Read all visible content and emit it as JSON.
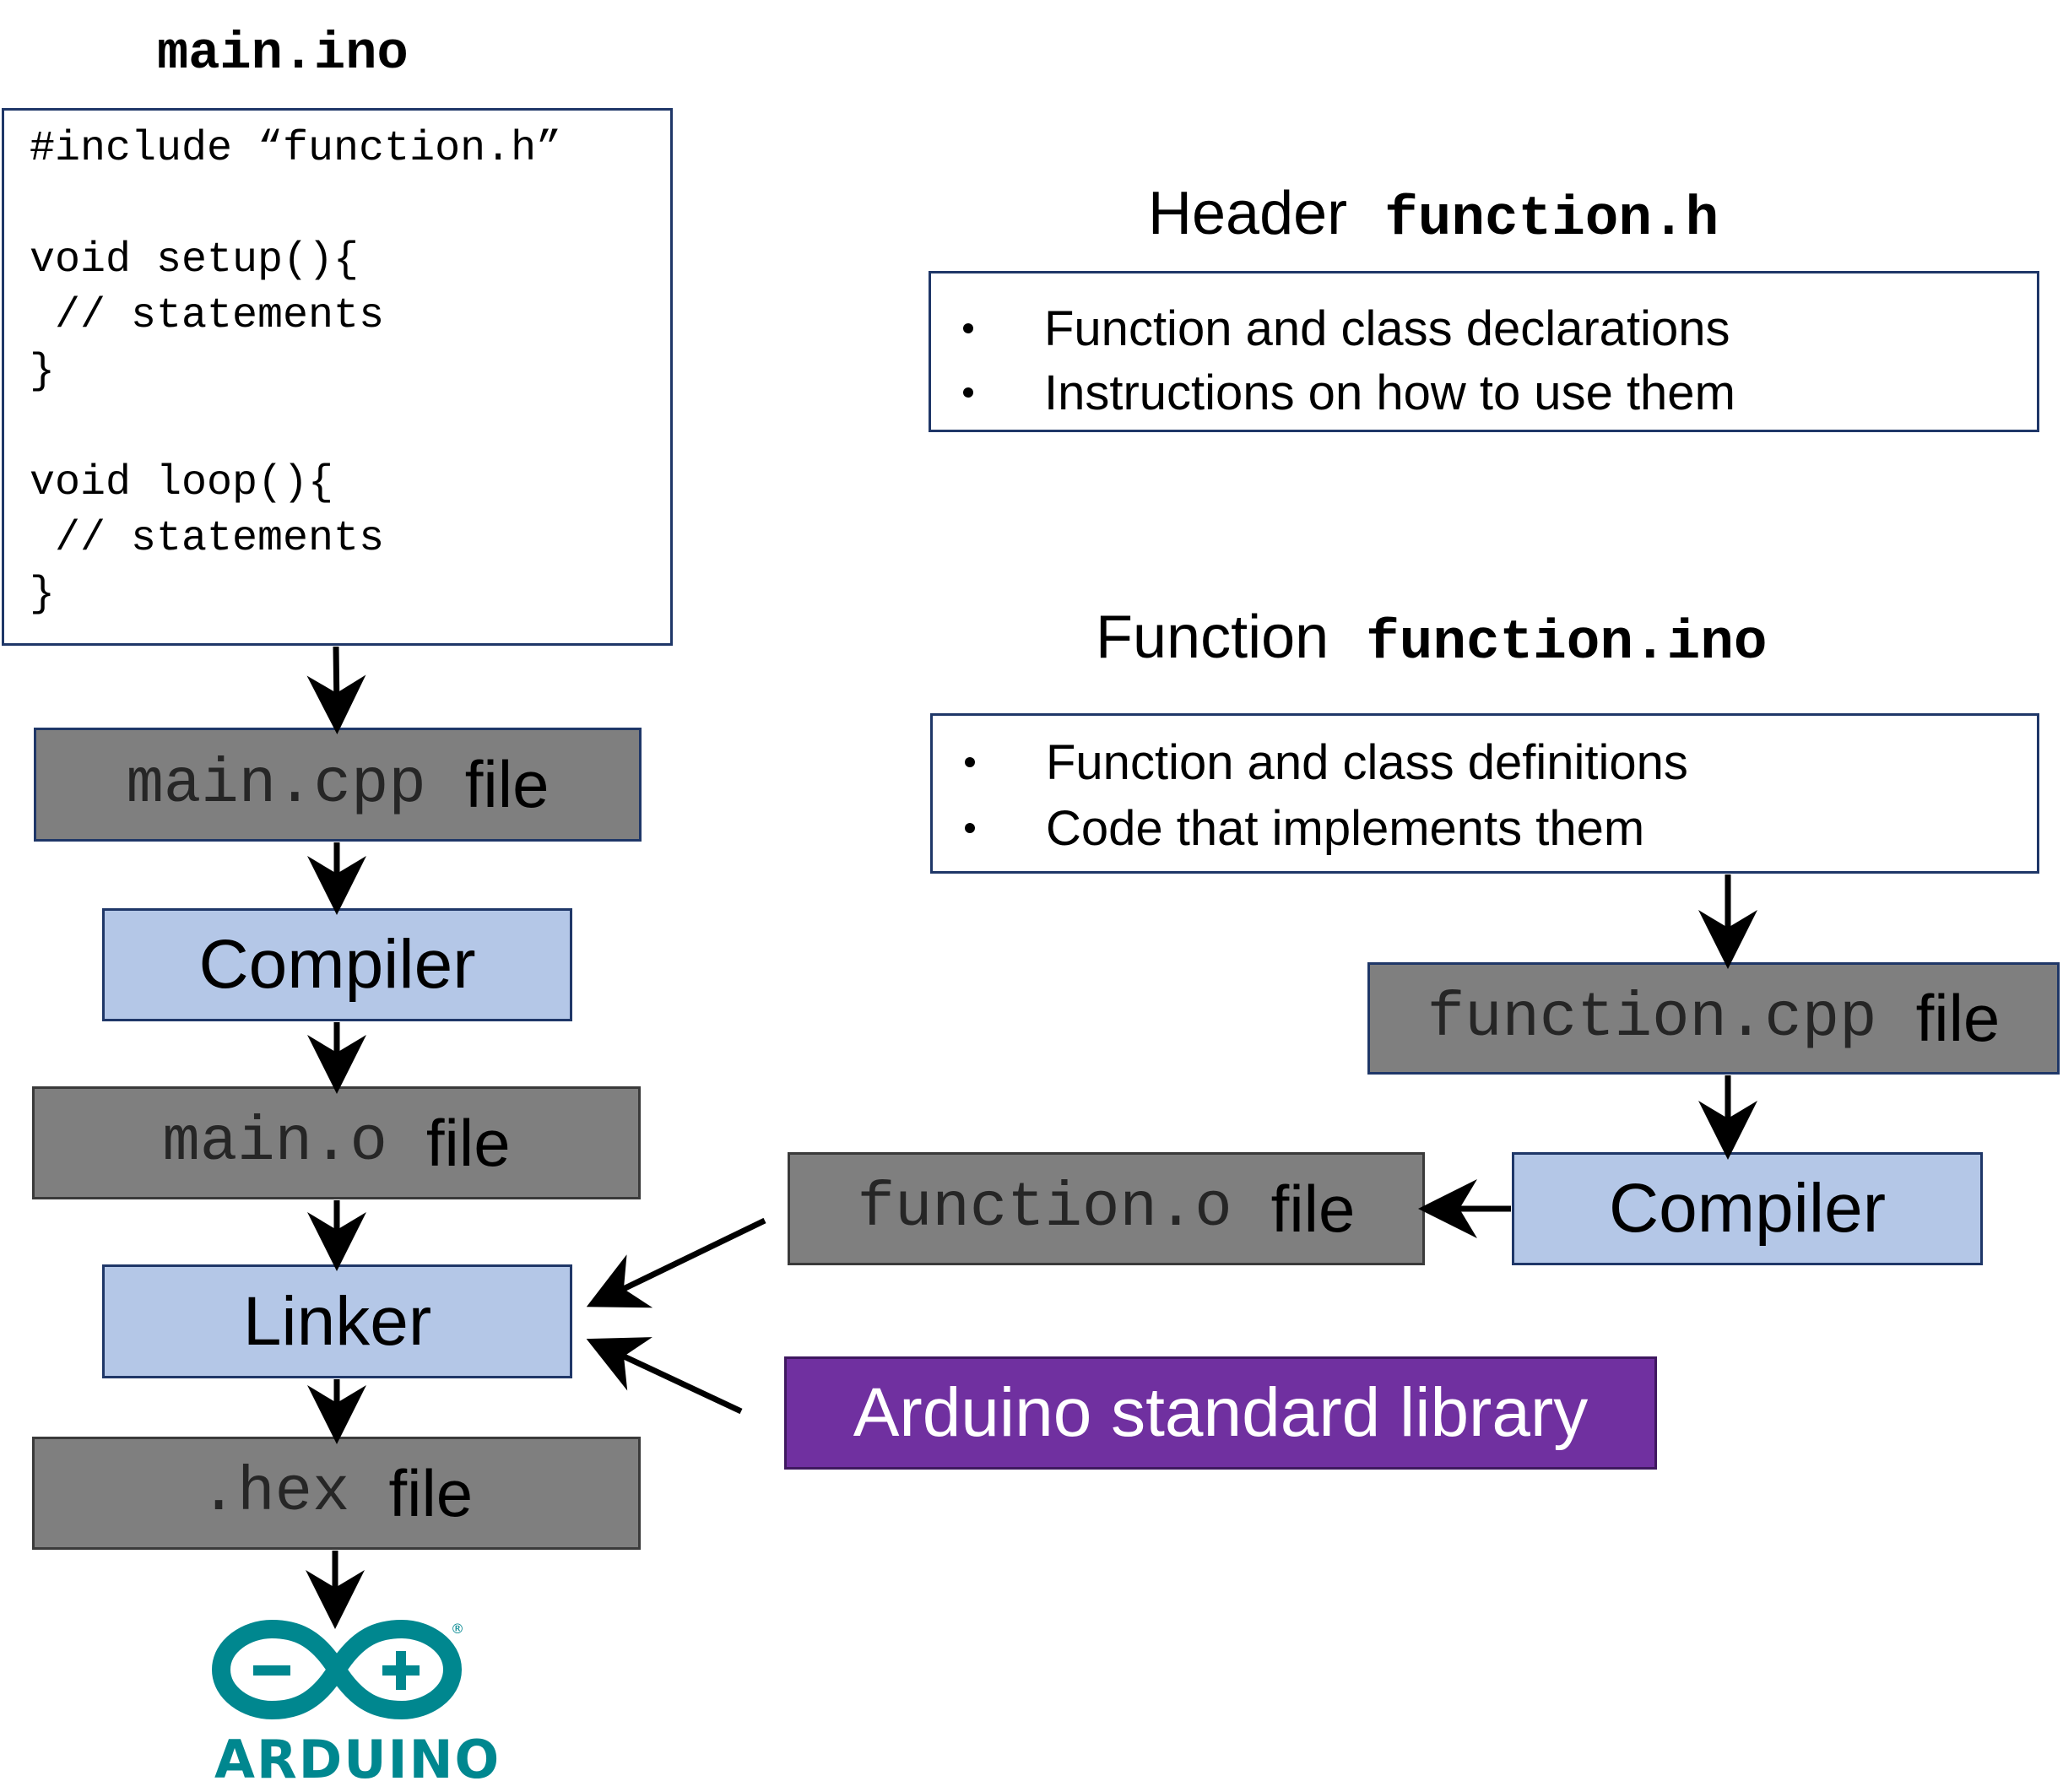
{
  "main_ino": {
    "title": "main.ino",
    "code_lines": [
      "#include “function.h”",
      "",
      "void setup(){",
      " // statements",
      "}",
      "",
      "void loop(){",
      " // statements",
      "}"
    ]
  },
  "header_section": {
    "label": "Header",
    "filename": "function.h",
    "bullets": [
      "Function and class declarations",
      "Instructions on how to use them"
    ]
  },
  "function_section": {
    "label": "Function",
    "filename": "function.ino",
    "bullets": [
      "Function and class definitions",
      "Code that implements them"
    ]
  },
  "left_flow": {
    "main_cpp": {
      "name": "main.cpp",
      "word": "file"
    },
    "compiler": "Compiler",
    "main_o": {
      "name": "main.o",
      "word": "file"
    },
    "linker": "Linker",
    "hex": {
      "name": ".hex",
      "word": "file"
    }
  },
  "right_flow": {
    "function_cpp": {
      "name": "function.cpp",
      "word": "file"
    },
    "compiler": "Compiler",
    "function_o": {
      "name": "function.o",
      "word": "file"
    }
  },
  "library": "Arduino standard library",
  "logo": {
    "text": "ARDUINO",
    "registered": "®",
    "color": "#00878F"
  },
  "colors": {
    "file_box": "#7F7F7F",
    "tool_box": "#B4C7E7",
    "library_box": "#7030A0",
    "border": "#1F3768"
  }
}
